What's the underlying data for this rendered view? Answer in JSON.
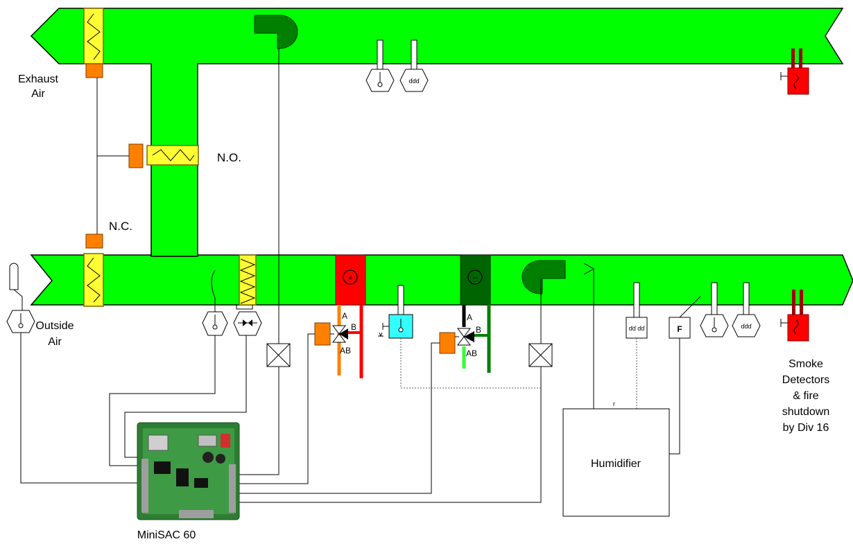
{
  "labels": {
    "exhaust_line1": "Exhaust",
    "exhaust_line2": "Air",
    "outside_line1": "Outside",
    "outside_line2": "Air",
    "normally_open": "N.O.",
    "normally_closed": "N.C.",
    "controller": "MiniSAC 60",
    "humidifier": "Humidifier",
    "smoke_line1": "Smoke",
    "smoke_line2": "Detectors",
    "smoke_line3": "& fire",
    "smoke_line4": "shutdown",
    "smoke_line5": "by Div 16",
    "flow_sensor_letter": "F",
    "heating_valve_a": "A",
    "heating_valve_b": "B",
    "heating_valve_ab": "AB",
    "cooling_valve_a": "A",
    "cooling_valve_b": "B",
    "cooling_valve_ab": "AB",
    "heating_coil_symbol": "+",
    "cooling_coil_symbol": "−"
  },
  "colors": {
    "duct": "#00ff00",
    "fan": "#007f00",
    "damper": "#ffff33",
    "actuator": "#ff8000",
    "heating_coil": "#ff0000",
    "cooling_coil": "#006400",
    "smoke_detector": "#ff0000",
    "space_sensor": "#33ffff",
    "wire": "#000000"
  },
  "icons": [
    "exhaust-fan-icon",
    "supply-fan-icon",
    "damper-icon",
    "actuator-icon",
    "temperature-sensor-icon",
    "humidity-sensor-icon",
    "smoke-detector-icon",
    "pressure-sensor-icon",
    "flow-sensor-icon",
    "control-valve-icon",
    "relay-box-icon"
  ]
}
